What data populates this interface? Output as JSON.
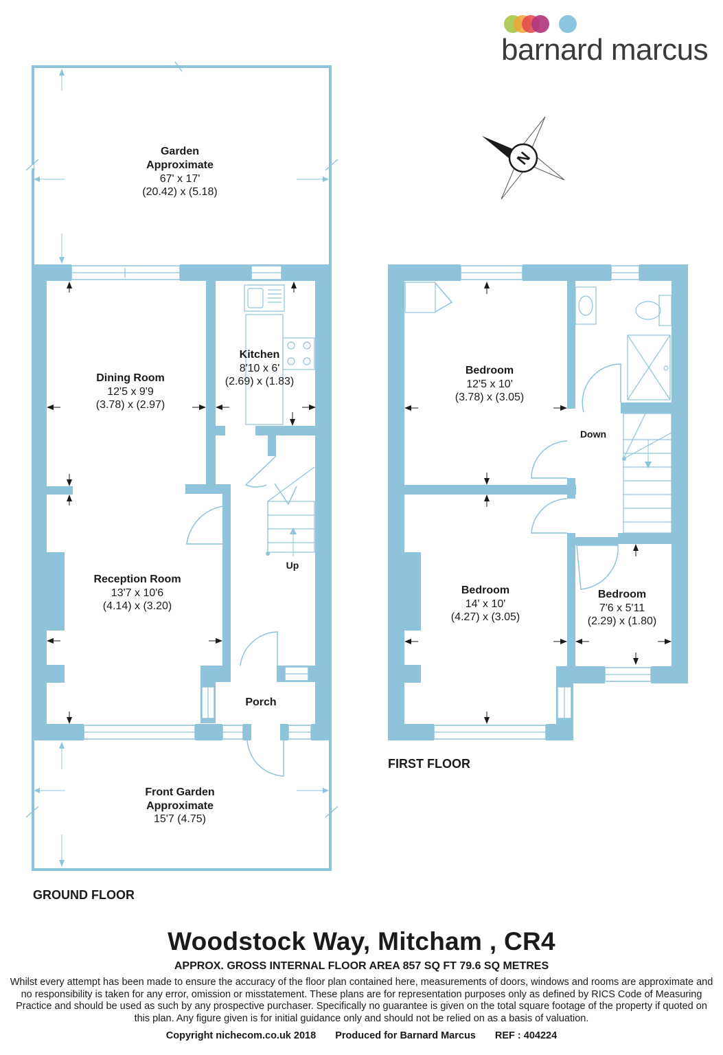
{
  "brand": {
    "name": "barnard marcus",
    "dot_colors": [
      "#a7c64a",
      "#f0a33a",
      "#e2474f",
      "#b0357a",
      "#8cc5e0"
    ]
  },
  "colors": {
    "wall": "#8fc3dc",
    "text": "#1a1a1a"
  },
  "ground_floor": {
    "label": "GROUND FLOOR",
    "rooms": {
      "garden": {
        "name": "Garden",
        "qualifier": "Approximate",
        "imperial": "67' x 17'",
        "metric": "(20.42) x (5.18)"
      },
      "dining": {
        "name": "Dining Room",
        "imperial": "12'5 x 9'9",
        "metric": "(3.78) x (2.97)"
      },
      "kitchen": {
        "name": "Kitchen",
        "imperial": "8'10 x 6'",
        "metric": "(2.69) x (1.83)"
      },
      "reception": {
        "name": "Reception Room",
        "imperial": "13'7 x 10'6",
        "metric": "(4.14) x (3.20)"
      },
      "porch": {
        "name": "Porch"
      },
      "front_garden": {
        "name": "Front Garden",
        "qualifier": "Approximate",
        "dimension": "15'7 (4.75)"
      }
    },
    "stairs_label": "Up"
  },
  "first_floor": {
    "label": "FIRST FLOOR",
    "rooms": {
      "bedroom_rear": {
        "name": "Bedroom",
        "imperial": "12'5 x 10'",
        "metric": "(3.78) x (3.05)"
      },
      "bedroom_front": {
        "name": "Bedroom",
        "imperial": "14' x 10'",
        "metric": "(4.27) x (3.05)"
      },
      "bedroom_small": {
        "name": "Bedroom",
        "imperial": "7'6 x 5'11",
        "metric": "(2.29) x (1.80)"
      }
    },
    "stairs_label": "Down"
  },
  "compass": {
    "label": "N"
  },
  "footer": {
    "title": "Woodstock Way, Mitcham , CR4",
    "area": "APPROX. GROSS INTERNAL FLOOR AREA 857 SQ FT 79.6 SQ METRES",
    "disclaimer": "Whilst every attempt has been made to ensure the accuracy of the floor plan contained here, measurements of doors, windows and rooms are approximate and no responsibility is taken for any error, omission or misstatement. These plans are for representation purposes only as defined by RICS Code of Measuring Practice and should be used as such by any prospective purchaser.  Specifically no guarantee is given on the total square footage of the property if quoted on this plan. Any figure given is for initial guidance only and should not be relied on as a basis of valuation.",
    "copyright": "Copyright nichecom.co.uk 2018",
    "produced": "Produced for Barnard Marcus",
    "ref": "REF : 404224"
  }
}
